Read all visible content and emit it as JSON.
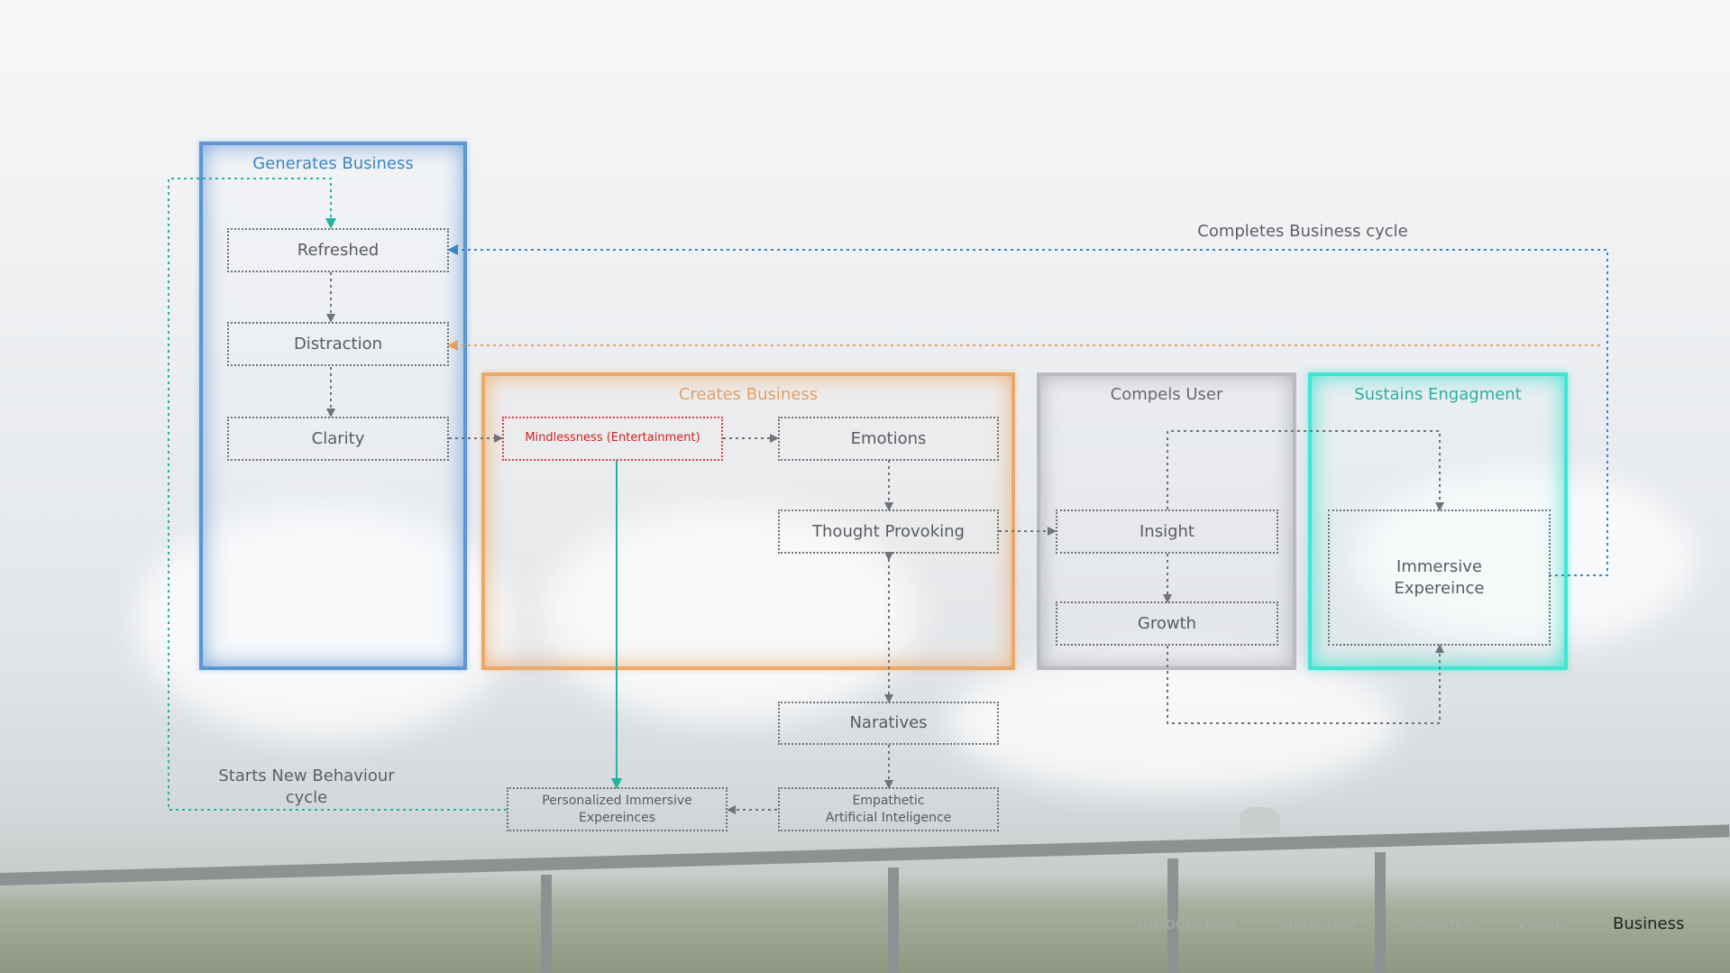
{
  "panels": {
    "generates": "Generates Business",
    "creates": "Creates Business",
    "compels": "Compels User",
    "sustains": "Sustains Engagment"
  },
  "nodes": {
    "refreshed": "Refreshed",
    "distraction": "Distraction",
    "clarity": "Clarity",
    "mindlessness": "Mindlessness (Entertainment)",
    "emotions": "Emotions",
    "thought_provoking": "Thought Provoking",
    "insight": "Insight",
    "growth": "Growth",
    "immersive_line1": "Immersive",
    "immersive_line2": "Expereince",
    "naratives": "Naratives",
    "empathetic_line1": "Empathetic",
    "empathetic_line2": "Artificial Inteligence",
    "personalized_line1": "Personalized Immersive",
    "personalized_line2": "Expereinces"
  },
  "labels": {
    "completes_cycle": "Completes Business cycle",
    "starts_new_line1": "Starts New Behaviour",
    "starts_new_line2": "cycle"
  },
  "nav": {
    "items": [
      "Introduction",
      "Objective",
      "Research",
      "Vision",
      "Business"
    ],
    "active": "Business"
  },
  "colors": {
    "blue": "#3b86c4",
    "orange": "#e3a063",
    "teal": "#25b2a0",
    "gray_connector": "#6f7277",
    "red": "#d21f1f"
  }
}
